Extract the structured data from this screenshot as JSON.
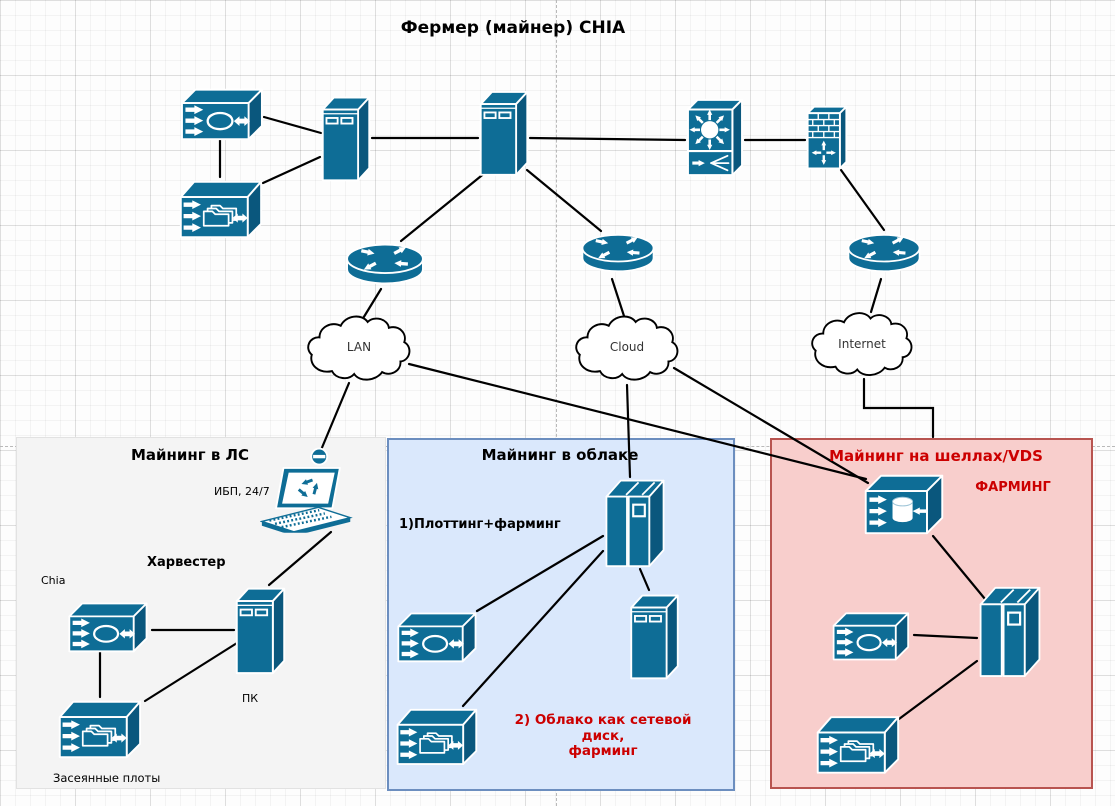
{
  "diagram": {
    "title": "Фермер (майнер) CHIA",
    "clouds": [
      {
        "label": "LAN"
      },
      {
        "label": "Cloud"
      },
      {
        "label": "Internet"
      }
    ],
    "regions": {
      "lan": {
        "title": "Майнинг в ЛС",
        "labels": {
          "ups": "ИБП, 24/7",
          "harvester": "Харвестер",
          "chia": "Chia",
          "pc": "ПК",
          "plots": "Засеянные плоты"
        }
      },
      "cloud": {
        "title": "Майнинг в облаке",
        "labels": {
          "plotting": "1)Плоттинг+фарминг",
          "note_line1": "2) Облако как сетевой диск,",
          "note_line2": "фарминг"
        }
      },
      "vds": {
        "title": "Майнинг на шеллах/VDS",
        "labels": {
          "farming": "ФАРМИНГ"
        }
      }
    },
    "icons": {
      "storage-icon": "3d box with disk cylinder and throughput arrows",
      "plots-folders-icon": "3d box with folder stack and throughput arrows",
      "server-tower-icon": "3d server tower with drive bays",
      "dual-server-icon": "3d dual-tower server",
      "l3-switch-icon": "3d box with radiating-arrows ball and multicast arrows",
      "firewall-icon": "3d brick-wall box with cross arrows",
      "router-icon": "cylinder with pinwheel arrows",
      "laptop-icon": "laptop with rotating arrows and status dot",
      "cloud-icon": "cloud outline"
    },
    "colors": {
      "icon_blue": "#0e6d96",
      "icon_blue_dark": "#0a577d",
      "region_gray_fill": "#f4f4f4",
      "region_blue_fill": "#dae8fc",
      "region_blue_border": "#6c8ebf",
      "region_red_fill": "#f8cecc",
      "region_red_border": "#b85450",
      "accent_red_text": "#cc0000",
      "line_black": "#000000"
    }
  }
}
